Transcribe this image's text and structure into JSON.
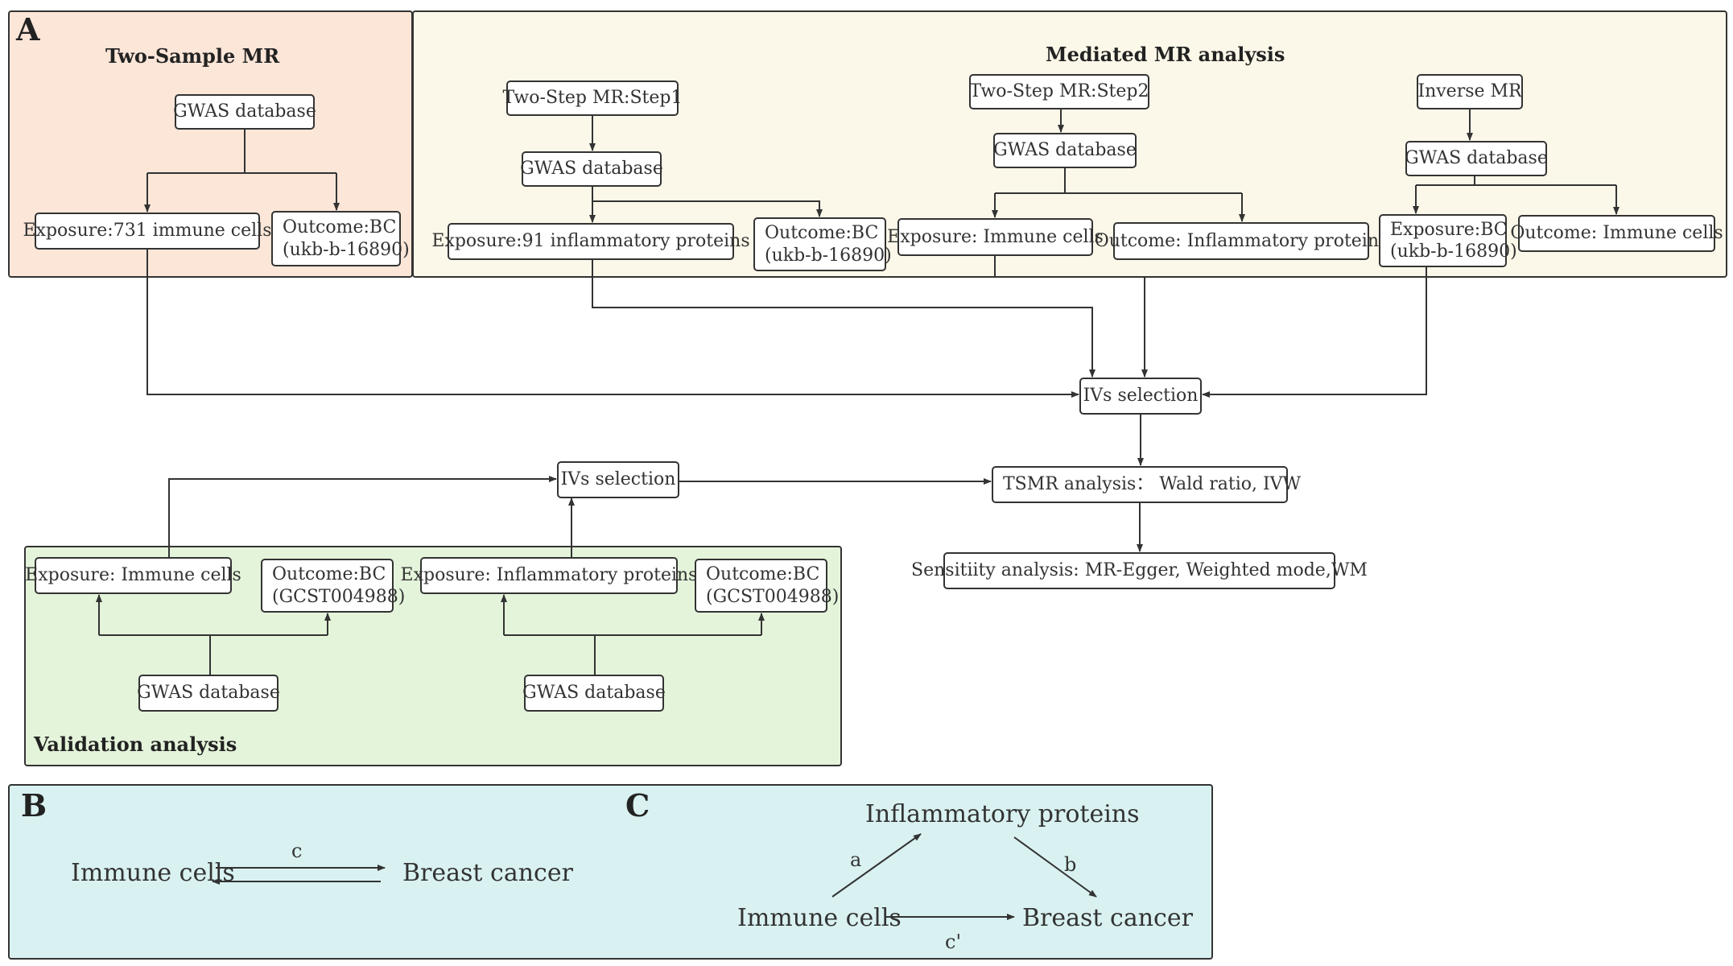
{
  "panel_labels": {
    "a": "A",
    "b": "B",
    "c": "C"
  },
  "two_sample_mr": {
    "title": "Two-Sample MR",
    "gwas": "GWAS database",
    "exposure": "Exposure:731 immune cells",
    "outcome_line1": "Outcome:BC",
    "outcome_line2": "(ukb-b-16890)"
  },
  "mediated_mr": {
    "title": "Mediated MR analysis",
    "step1": {
      "label": "Two-Step MR:Step1",
      "gwas": "GWAS database",
      "exposure": "Exposure:91 inflammatory proteins",
      "outcome_line1": "Outcome:BC",
      "outcome_line2": "(ukb-b-16890)"
    },
    "step2": {
      "label": "Two-Step MR:Step2",
      "gwas": "GWAS database",
      "exposure": "Exposure: Immune cells",
      "outcome": "Outcome: Inflammatory proteins"
    },
    "inverse": {
      "label": "Inverse MR",
      "gwas": "GWAS database",
      "exposure_line1": "Exposure:BC",
      "exposure_line2": "(ukb-b-16890)",
      "outcome": "Outcome: Immune cells"
    }
  },
  "pipeline": {
    "ivs_selection": "IVs selection",
    "tsmr": "TSMR analysis：  Wald ratio, IVW",
    "sensitivity": "Sensitiity analysis: MR-Egger, Weighted mode,WM"
  },
  "validation": {
    "title": "Validation analysis",
    "ivs_selection": "IVs selection",
    "exposure_immune": "Exposure: Immune cells",
    "outcome1_line1": "Outcome:BC",
    "outcome1_line2": "(GCST004988)",
    "exposure_proteins": "Exposure: Inflammatory proteins",
    "outcome2_line1": "Outcome:BC",
    "outcome2_line2": "(GCST004988)",
    "gwas1": "GWAS database",
    "gwas2": "GWAS database"
  },
  "panel_b": {
    "immune": "Immune cells",
    "cancer": "Breast cancer",
    "c": "c"
  },
  "panel_c": {
    "proteins": "Inflammatory proteins",
    "immune": "Immune cells",
    "cancer": "Breast cancer",
    "a": "a",
    "b": "b",
    "c_prime": "c'"
  },
  "colors": {
    "panel_two_sample": "#fbe6d8",
    "panel_mediated": "#fcf8e9",
    "panel_validation": "#e4f4da",
    "panel_bc": "#d9f2f1",
    "stroke": "#333333"
  }
}
